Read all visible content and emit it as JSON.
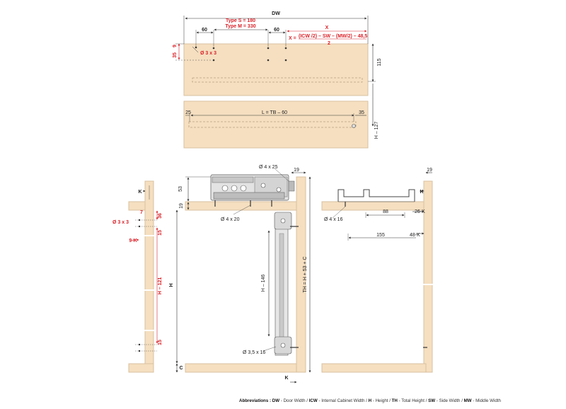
{
  "top_panel": {
    "dw": "DW",
    "dim_60_a": "60",
    "dim_60_b": "60",
    "type_s": "Type S = 180",
    "type_m": "Type M = 330",
    "x_label": "X",
    "x_eq": "X =",
    "x_numerator": "(ICW /2) – SW – (MW/2) – 48,5",
    "x_denominator": "2",
    "dim_35": "35",
    "dim_9": "9",
    "drill": "Ø 3 x 3",
    "dim_115": "115"
  },
  "rail_panel": {
    "dim_25": "25",
    "length": "L = TB – 60",
    "dim_35": "35",
    "h_label": "H – 127"
  },
  "left_side": {
    "k_top": "K",
    "dim_36": "36",
    "dim_7": "7",
    "drill": "Ø 3 x 3",
    "dim_15_top": "15",
    "dim_9k": "9-K",
    "h121": "H – 121",
    "dim_15_bot": "15"
  },
  "front_view": {
    "screw_top": "Ø 4 x 25",
    "dim_19": "19",
    "dim_53": "53",
    "dim_19_side": "19",
    "screw_mid": "Ø 4 x 20",
    "h_label": "H",
    "h146": "H – 146",
    "th_label": "TH = H + 53 + C",
    "screw_bot": "Ø 3,5 x 16",
    "c_label": "C",
    "k_label": "K"
  },
  "side_view": {
    "dim_19": "19",
    "k_label": "K",
    "dim_88": "88",
    "dim_26k": "26-K",
    "screw": "Ø 4 x 16",
    "dim_155": "155",
    "dim_48k": "48-K"
  },
  "abbreviations": {
    "title": "Abbreviations :",
    "items": [
      {
        "key": "DW",
        "text": " - Door Width / "
      },
      {
        "key": "ICW",
        "text": " - Internal Cabinet Width / "
      },
      {
        "key": "H",
        "text": " - Height / "
      },
      {
        "key": "TH",
        "text": " - Total Height / "
      },
      {
        "key": "SW",
        "text": " - Side Width / "
      },
      {
        "key": "MW",
        "text": " - Middle Width"
      }
    ]
  },
  "colors": {
    "wood": "#f5dfc0",
    "wood_edge": "#d9c0a0",
    "accent_red": "#d8232a",
    "line": "#333333"
  }
}
